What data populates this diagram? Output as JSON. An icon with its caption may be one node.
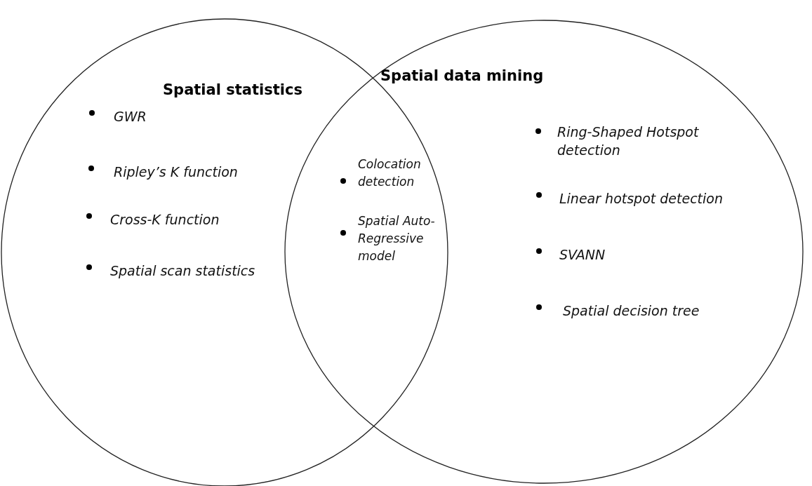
{
  "diagram": {
    "nodes": [
      {
        "text": [
          "Spatial statistics",
          "GWR",
          "Ripley’s K function",
          "Cross-K function",
          "Spatial scan statistics"
        ]
      },
      {
        "text": [
          "Spatial data mining",
          "Ring-Shaped Hotspot detection",
          "Linear hotspot detection",
          "SVANN",
          "Spatial decision tree"
        ]
      }
    ],
    "labels": [
      "Colocation detection",
      "Spatial Auto-Regressive model"
    ]
  }
}
